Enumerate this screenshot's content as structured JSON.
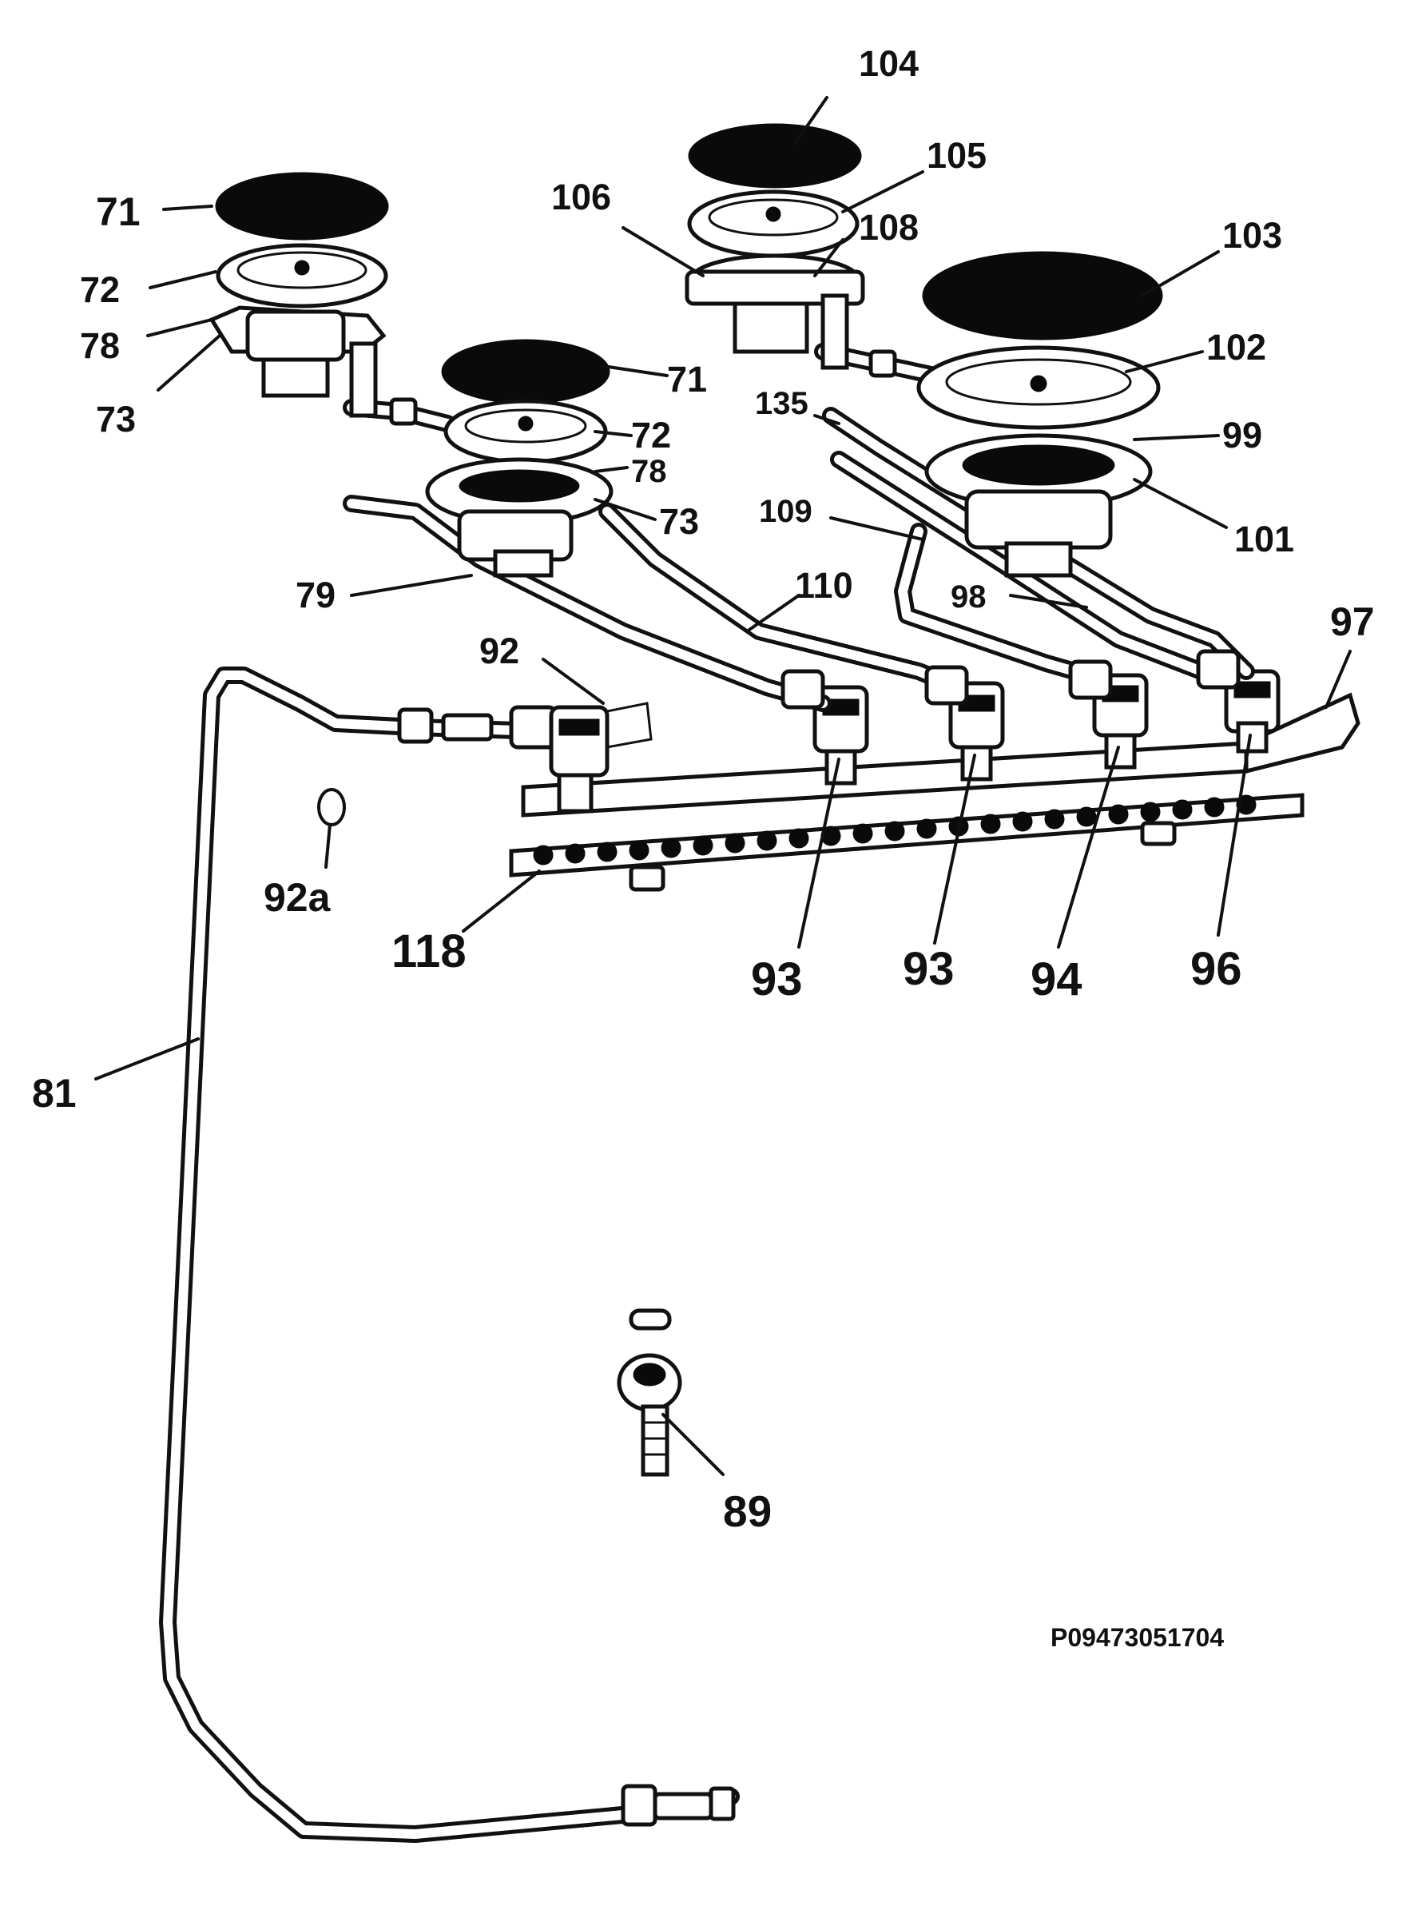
{
  "diagram": {
    "part_numbers": [
      "71",
      "72",
      "78",
      "73",
      "104",
      "105",
      "106",
      "108",
      "103",
      "102",
      "71",
      "135",
      "72",
      "99",
      "78",
      "73",
      "109",
      "101",
      "79",
      "110",
      "98",
      "97",
      "92",
      "92a",
      "118",
      "93",
      "93",
      "94",
      "96",
      "81",
      "89"
    ],
    "reference_code": "P09473051704"
  }
}
